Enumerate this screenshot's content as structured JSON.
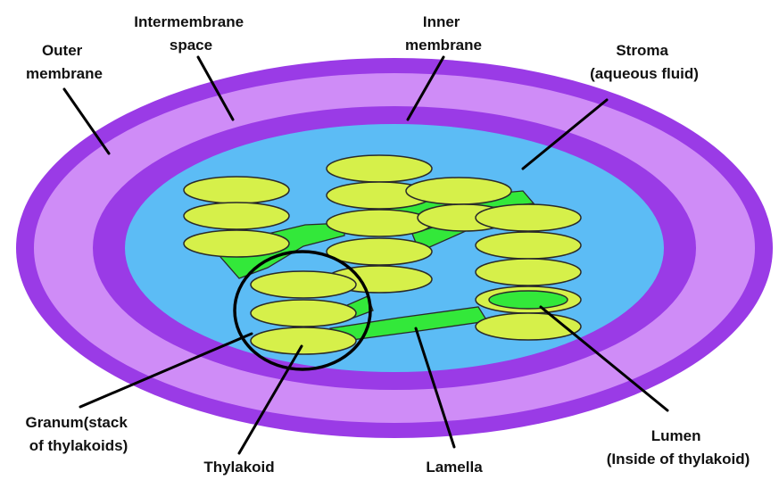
{
  "colors": {
    "outer_membrane": "#9a3be6",
    "intermembrane_space": "#cf8cf7",
    "inner_membrane": "#9a3be6",
    "stroma": "#5cbcf5",
    "thylakoid": "#d6f04a",
    "lamella": "#33e83a",
    "lumen": "#33e83a",
    "label_text": "#111111"
  },
  "labels": {
    "outer_membrane": [
      "Outer",
      "membrane"
    ],
    "intermembrane_space": [
      "Intermembrane",
      "space"
    ],
    "inner_membrane": [
      "Inner",
      "membrane"
    ],
    "stroma": [
      "Stroma",
      "(aqueous fluid)"
    ],
    "granum": [
      "Granum(stack",
      "of thylakoids)"
    ],
    "thylakoid": [
      "Thylakoid"
    ],
    "lamella": [
      "Lamella"
    ],
    "lumen": [
      "Lumen",
      "(Inside of thylakoid)"
    ]
  }
}
